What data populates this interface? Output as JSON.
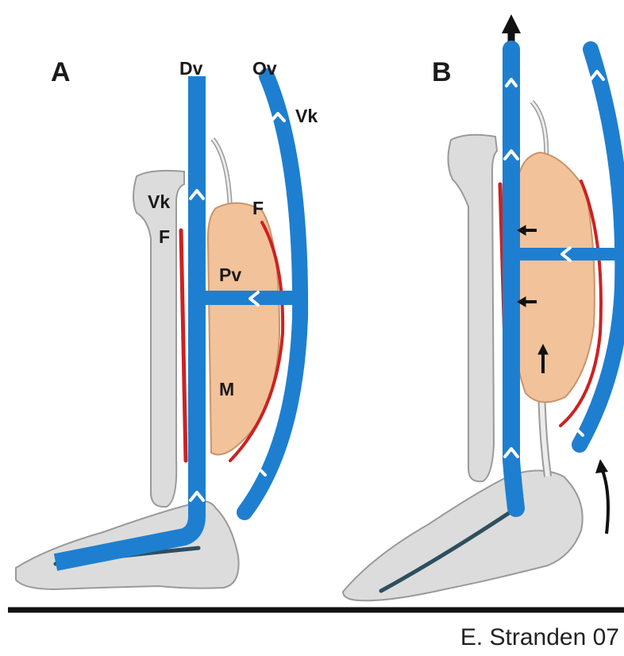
{
  "panels": [
    {
      "id": "A",
      "letter": "A"
    },
    {
      "id": "B",
      "letter": "B"
    }
  ],
  "labels": {
    "dv": "Dv",
    "ov": "Ov",
    "vk_top": "Vk",
    "vk_bone": "Vk",
    "f_left": "F",
    "f_right": "F",
    "pv": "Pv",
    "m": "M"
  },
  "credit": "E. Stranden 07",
  "colors": {
    "vein": "#1e7fd0",
    "muscle": "#f2c29a",
    "fascia": "#cc2222",
    "bone": "#dcdcdc",
    "bone_outline": "#9a9a9a",
    "valve": "#ffffff",
    "ground": "#111111",
    "arrow": "#111111"
  }
}
